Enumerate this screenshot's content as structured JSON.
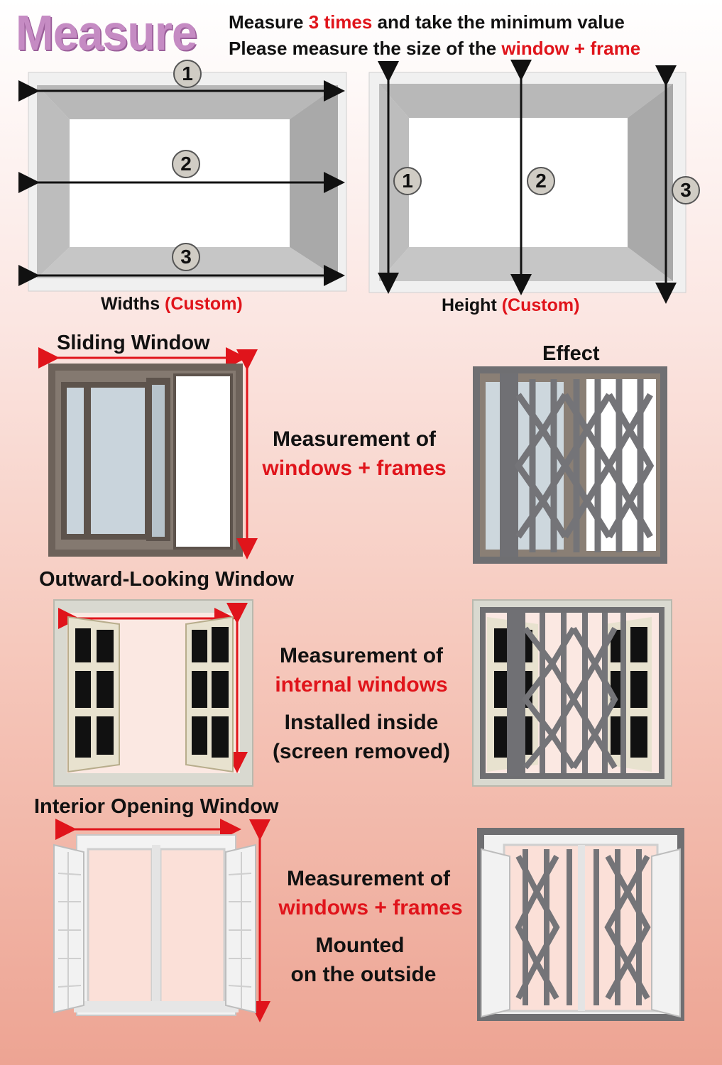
{
  "header": {
    "title": "Measure",
    "line1": {
      "pre": "Measure ",
      "highlight": "3 times",
      "post": " and take the minimum value"
    },
    "line2": {
      "pre": "Please measure the size of the ",
      "highlight": "window + frame"
    }
  },
  "diagrams": {
    "width": {
      "label": "Widths ",
      "custom": "(Custom)",
      "markers": [
        "1",
        "2",
        "3"
      ]
    },
    "height": {
      "label": "Height ",
      "custom": "(Custom)",
      "markers": [
        "1",
        "2",
        "3"
      ]
    }
  },
  "sections": [
    {
      "title": "Sliding Window",
      "effect_label": "Effect",
      "line1": "Measurement of",
      "line2": "windows + frames"
    },
    {
      "title": "Outward-Looking Window",
      "line1": "Measurement of",
      "line2": "internal windows",
      "line3": "Installed inside",
      "line4": "(screen removed)"
    },
    {
      "title": "Interior Opening Window",
      "line1": "Measurement of",
      "line2": "windows + frames",
      "line3": "Mounted",
      "line4": "on the outside"
    }
  ],
  "colors": {
    "accent_red": "#e0141b",
    "title_purple": "#c58bc3",
    "grille_gray": "#6f6f72",
    "frame_brown": "#6d625a"
  }
}
